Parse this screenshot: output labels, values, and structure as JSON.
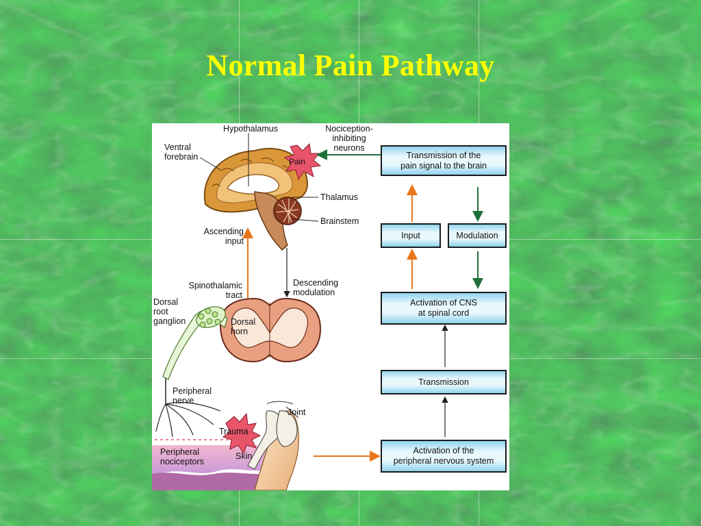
{
  "slide": {
    "title": "Normal Pain Pathway"
  },
  "diagram": {
    "anatomy_labels": {
      "hypothalamus": "Hypothalamus",
      "nociception": "Nociception-\ninhibiting\nneurons",
      "ventral_forebrain": "Ventral\nforebrain",
      "pain": "Pain",
      "thalamus": "Thalamus",
      "brainstem": "Brainstem",
      "ascending_input": "Ascending\ninput",
      "spinothalamic_tract": "Spinothalamic\ntract",
      "descending_modulation": "Descending\nmodulation",
      "dorsal_root_ganglion": "Dorsal\nroot\nganglion",
      "dorsal_horn": "Dorsal\nhorn",
      "peripheral_nerve": "Peripheral\nnerve",
      "joint": "Joint",
      "trauma": "Trauma",
      "peripheral_nociceptors": "Peripheral\nnociceptors",
      "skin": "Skin"
    },
    "flow_boxes": {
      "transmission_brain": "Transmission of the\npain signal to the brain",
      "input": "Input",
      "modulation": "Modulation",
      "activation_cns": "Activation of CNS\nat spinal cord",
      "transmission": "Transmission",
      "activation_pns": "Activation of the\nperipheral nervous system"
    },
    "colors": {
      "arrow_orange": "#e8751a",
      "arrow_green": "#1f6f3a",
      "brain_outer": "#d9973a",
      "pain_burst": "#e8546a",
      "box_fill": "#8fd3ee"
    }
  }
}
